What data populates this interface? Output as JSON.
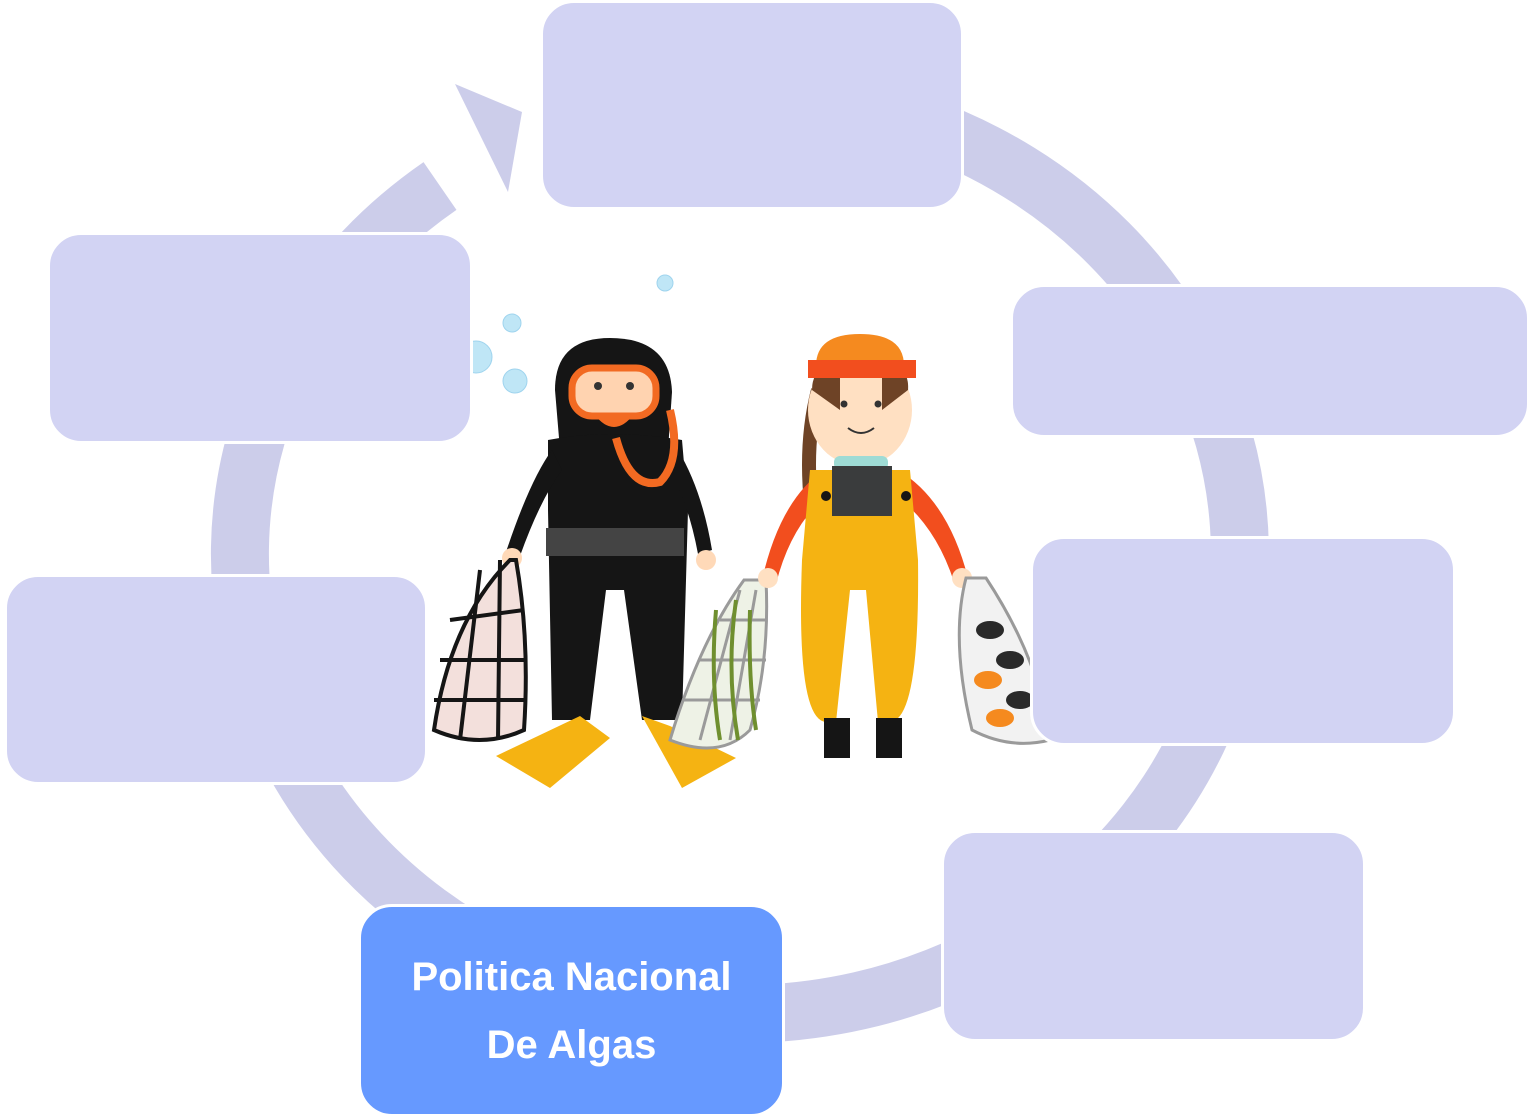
{
  "colors": {
    "ring": "#cccdea",
    "box_fill": "#d2d3f3",
    "box_highlight": "#6699ff",
    "box_text": "#ffffff",
    "bubble": "#bfe6f6",
    "diver_suit": "#151515",
    "mask": "#f26a22",
    "fins": "#f5b312",
    "fisher_overalls": "#f5b312",
    "fisher_sleeves": "#f24e1e",
    "fisher_hat": "#f58a1f"
  },
  "cycle_boxes": [
    {
      "id": "top",
      "label": "",
      "highlight": false
    },
    {
      "id": "upper-right",
      "label": "",
      "highlight": false
    },
    {
      "id": "middle-right",
      "label": "",
      "highlight": false
    },
    {
      "id": "lower-right",
      "label": "",
      "highlight": false
    },
    {
      "id": "bottom",
      "label": "Politica Nacional De Algas",
      "highlight": true
    },
    {
      "id": "lower-left",
      "label": "",
      "highlight": false
    },
    {
      "id": "upper-left",
      "label": "",
      "highlight": false
    }
  ],
  "illustration": {
    "figures": [
      "diver-with-net-of-shells",
      "seaweed-net",
      "fisher-woman-with-net-of-mussels"
    ],
    "icons": [
      "bubble-icon",
      "diver-icon",
      "fisher-woman-icon",
      "net-icon"
    ]
  }
}
